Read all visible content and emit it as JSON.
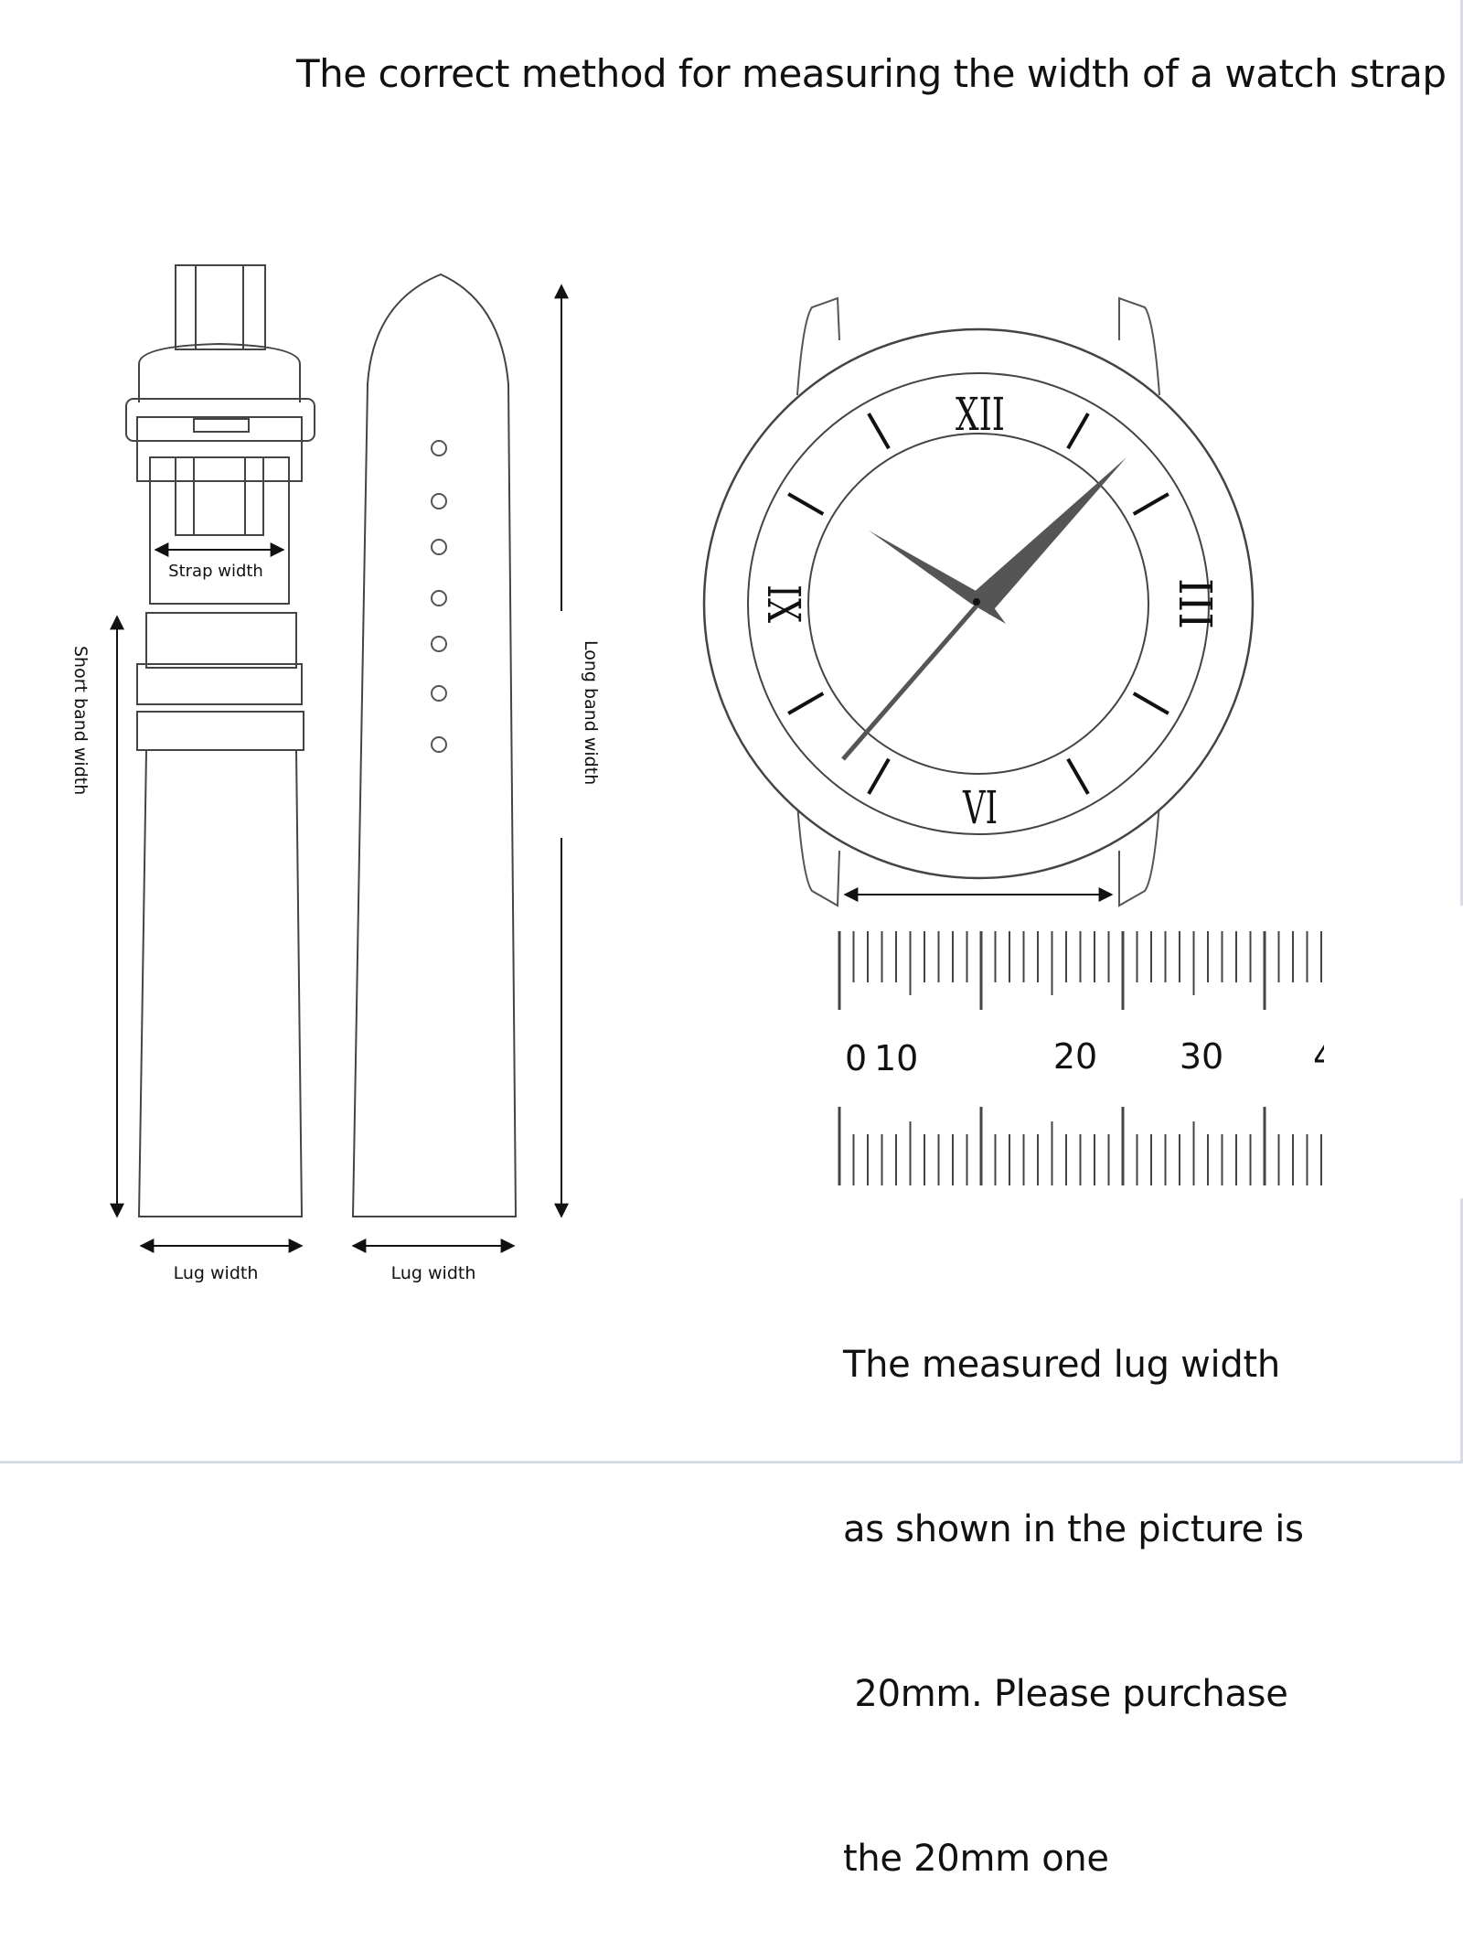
{
  "title": "The correct method for measuring the width of a watch strap",
  "labels": {
    "strap_width": "Strap width",
    "short_band_width": "Short band width",
    "long_band_width": "Long band width",
    "lug_width_short": "Lug width",
    "lug_width_long": "Lug width"
  },
  "dial_numerals": {
    "twelve": "XII",
    "three": "III",
    "six": "VI",
    "nine": "IX"
  },
  "ruler": {
    "labels": [
      "0",
      "10",
      "20",
      "30",
      "4"
    ]
  },
  "note_lines": [
    "The measured lug width",
    "as shown in the picture is",
    " 20mm. Please purchase",
    "the 20mm one"
  ],
  "colors": {
    "line": "#444444",
    "ink": "#111111",
    "hand": "#555555"
  }
}
